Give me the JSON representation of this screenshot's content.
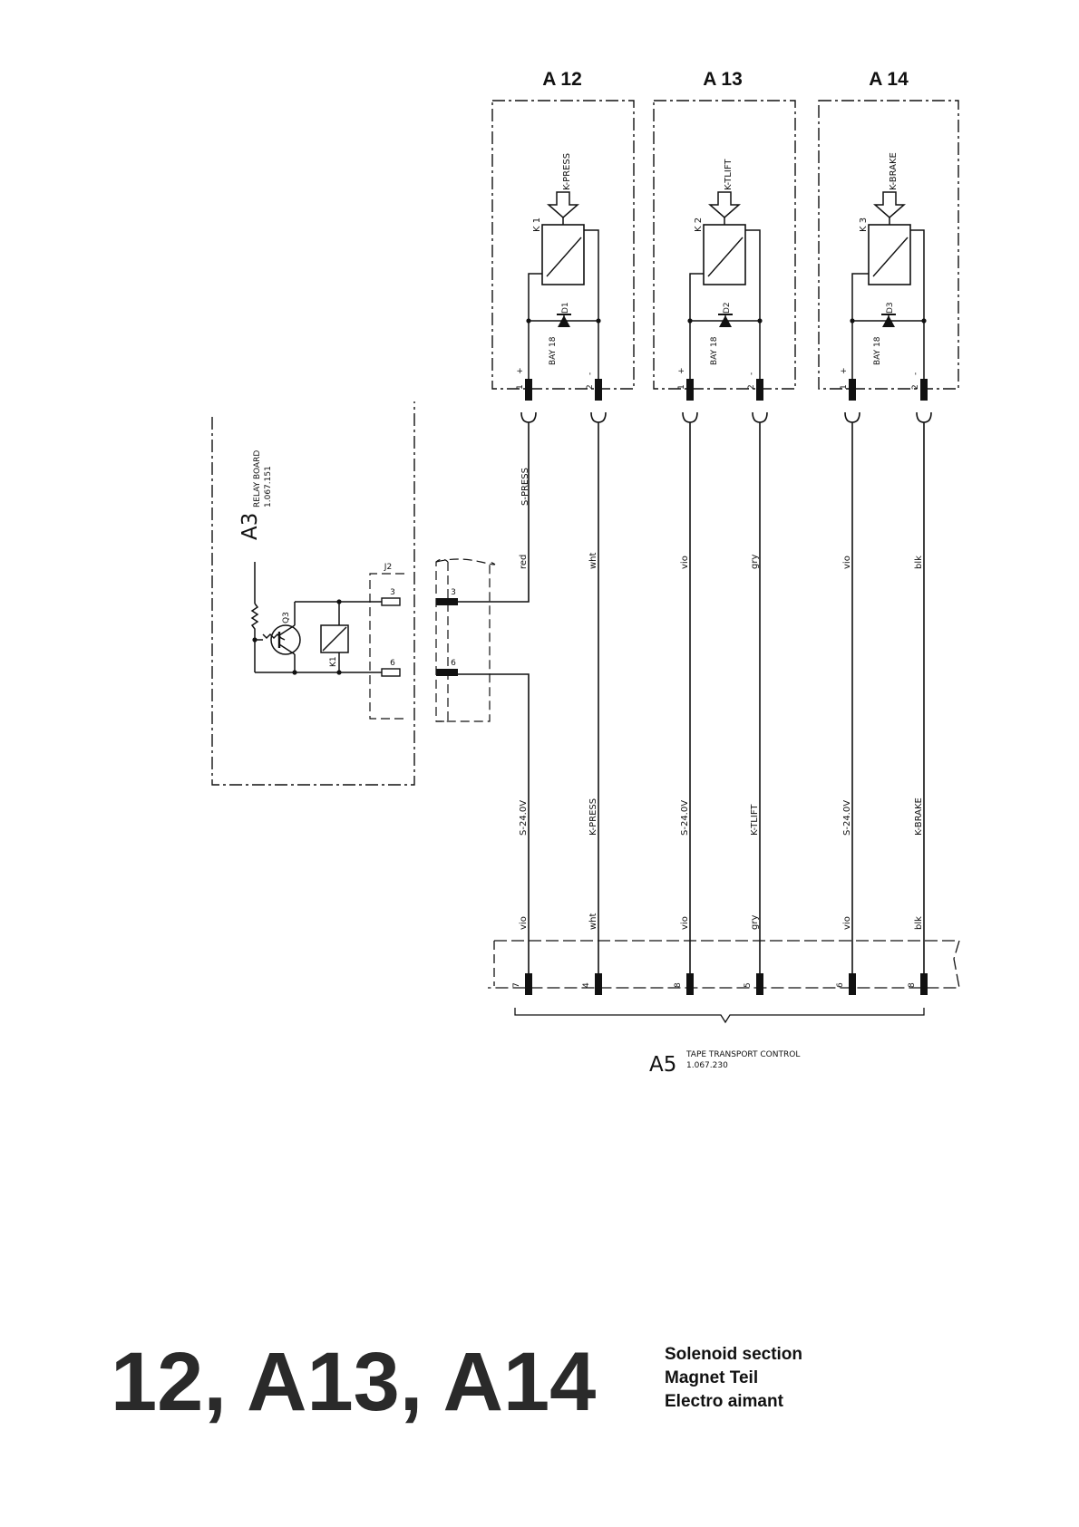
{
  "modules": [
    {
      "title": "A 12",
      "coil_ref": "K 1",
      "signal": "K-PRESS",
      "diode_ref": "D1",
      "diode_type": "BAY 18",
      "pin_plus": "1",
      "plus_sign": "+",
      "pin_minus": "2",
      "minus_sign": "-"
    },
    {
      "title": "A 13",
      "coil_ref": "K 2",
      "signal": "K-TLIFT",
      "diode_ref": "D2",
      "diode_type": "BAY 18",
      "pin_plus": "1",
      "plus_sign": "+",
      "pin_minus": "2",
      "minus_sign": "-"
    },
    {
      "title": "A 14",
      "coil_ref": "K 3",
      "signal": "K-BRAKE",
      "diode_ref": "D3",
      "diode_type": "BAY 18",
      "pin_plus": "1",
      "plus_sign": "+",
      "pin_minus": "2",
      "minus_sign": "-"
    }
  ],
  "relay_board": {
    "ref": "A3",
    "name": "RELAY BOARD",
    "part_no": "1.067.151",
    "transistor": "Q3",
    "relay": "K1",
    "connector": "J2",
    "pins": [
      "3",
      "6"
    ]
  },
  "plug": {
    "pins": [
      "3",
      "6"
    ]
  },
  "upper_labels": {
    "net": "S-PRESS",
    "colors": [
      "red",
      "wht",
      "vio",
      "gry",
      "vio",
      "blk"
    ]
  },
  "lower_labels": {
    "nets": [
      "S-24.0V",
      "K-PRESS",
      "S-24.0V",
      "K-TLIFT",
      "S-24.0V",
      "K-BRAKE"
    ],
    "colors": [
      "vio",
      "wht",
      "vio",
      "gry",
      "vio",
      "blk"
    ]
  },
  "transport": {
    "ref": "A5",
    "name": "TAPE TRANSPORT CONTROL",
    "part_no": "1.067.230",
    "pins": [
      "7",
      "4",
      "8",
      "5",
      "6",
      "8"
    ]
  },
  "footer": {
    "big_title": "12, A13, A14",
    "line1": "Solenoid section",
    "line2": "Magnet Teil",
    "line3": "Electro aimant"
  }
}
